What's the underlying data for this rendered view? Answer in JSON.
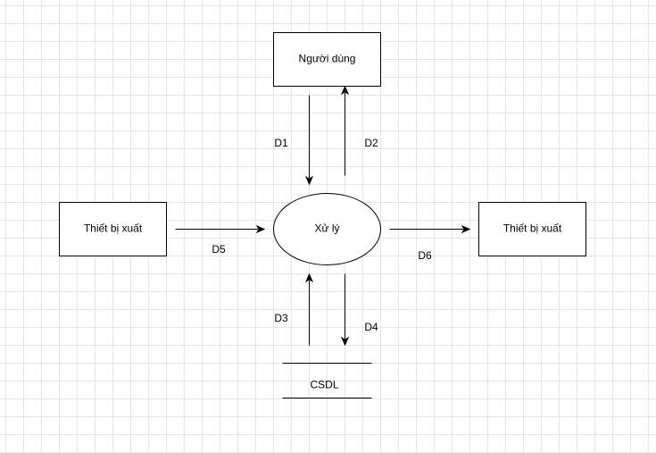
{
  "nodes": {
    "user": "Người dùng",
    "process": "Xử lý",
    "input_device": "Thiết bị xuất",
    "output_device": "Thiết bị xuất",
    "database": "CSDL"
  },
  "flows": {
    "d1": "D1",
    "d2": "D2",
    "d3": "D3",
    "d4": "D4",
    "d5": "D5",
    "d6": "D6"
  }
}
